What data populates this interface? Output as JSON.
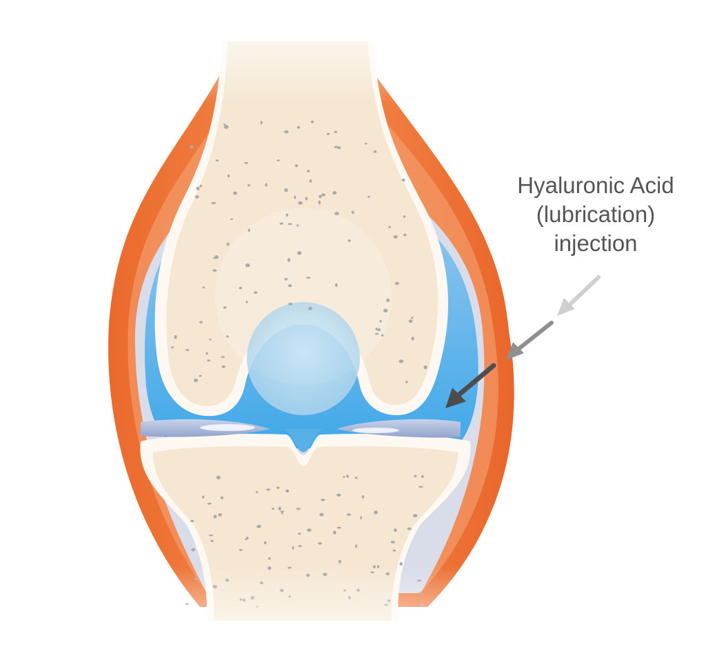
{
  "annotation": {
    "lines": [
      "Hyaluronic Acid",
      "(lubrication)",
      "injection"
    ]
  },
  "colors": {
    "background": "#ffffff",
    "capsule_outer": "#ef7a3c",
    "capsule_inner": "#f7b48c",
    "synovial_lining": "#d8dbe8",
    "synovial_fluid": "#5fb4ea",
    "bone": "#f6e9d6",
    "cartilage": "#fbf7f0",
    "meniscus": "#aebcdc",
    "patella": "#bcdcee",
    "bone_speckle": "#a9a9a9",
    "arrow_dark": "#505050",
    "arrow_mid": "#8a8a8a",
    "arrow_light": "#cfcfcf",
    "label_text": "#555557"
  }
}
